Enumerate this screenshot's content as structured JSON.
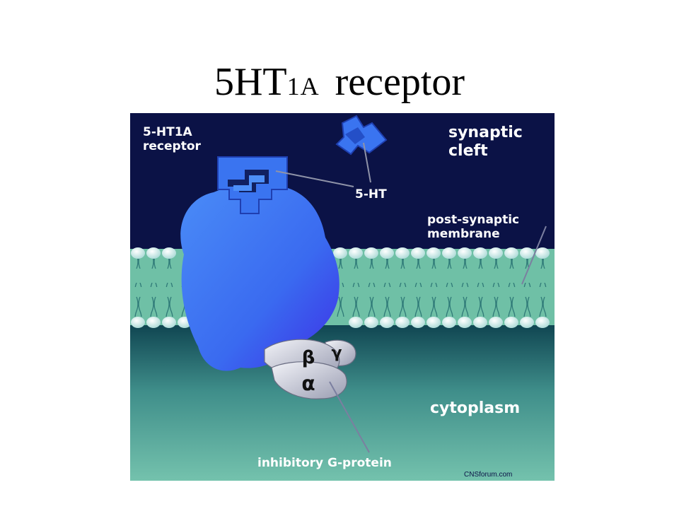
{
  "title": {
    "main": "5HT",
    "sub": "1A",
    "rest": "receptor"
  },
  "labels": {
    "receptor": [
      "5-HT1A",
      "receptor"
    ],
    "cleft": [
      "synaptic",
      "cleft"
    ],
    "ligand": "5-HT",
    "membrane": [
      "post-synaptic",
      "membrane"
    ],
    "cytoplasm": "cytoplasm",
    "gprotein": "inhibitory G-protein",
    "alpha": "α",
    "beta": "β",
    "gamma": "γ"
  },
  "credit": "CNSforum.com",
  "colors": {
    "cleft": "#0b1246",
    "membrane_band": "#6fc0a6",
    "bead": "#cfeeee",
    "cytoplasm_top": "#0b3e4c",
    "cytoplasm_bottom": "#74c2ad",
    "receptor": "#3d7cf2",
    "subunit": "#d7d9e6",
    "label_light": "#ffffff",
    "label_membrane": "#0b1246"
  }
}
